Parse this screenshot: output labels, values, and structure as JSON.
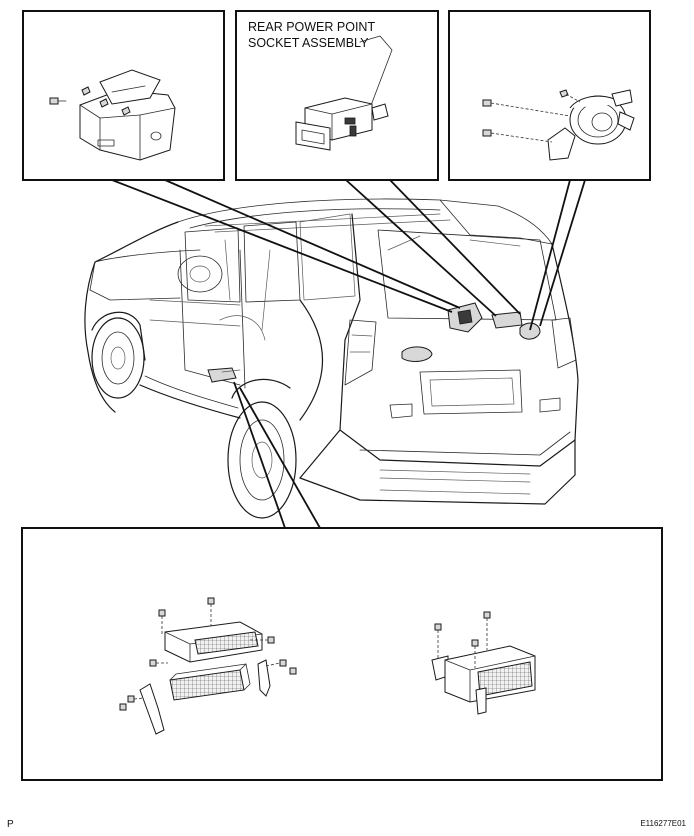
{
  "labels": {
    "rear_power_point_line1": "REAR POWER POINT",
    "rear_power_point_line2": "SOCKET ASSEMBLY"
  },
  "footer": {
    "page_marker": "P",
    "figure_code": "E116277E01"
  }
}
